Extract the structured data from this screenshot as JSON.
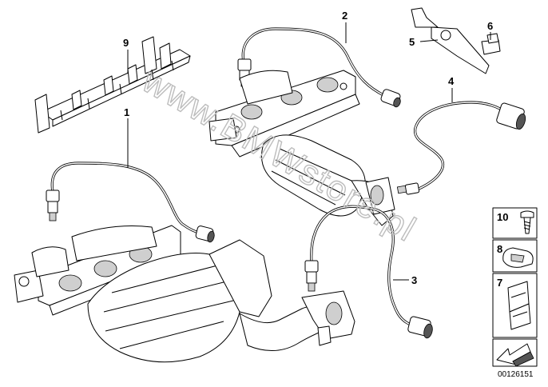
{
  "callouts": [
    "1",
    "2",
    "3",
    "4",
    "5",
    "6",
    "9"
  ],
  "legend": [
    "10",
    "8",
    "7"
  ],
  "watermark": "www.BMWstore.pl",
  "doc_number": "00126151"
}
